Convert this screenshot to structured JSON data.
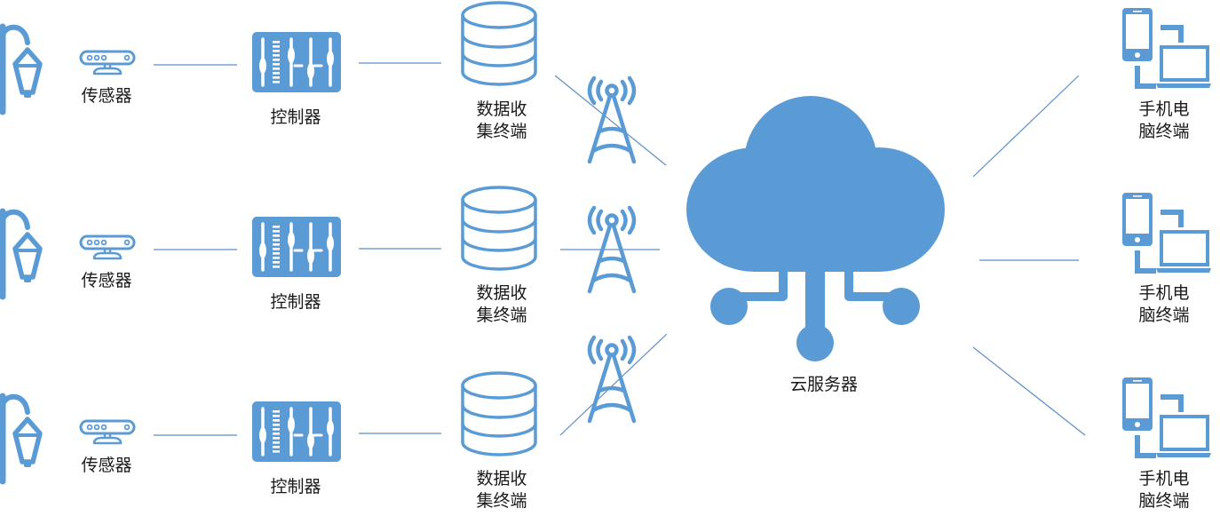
{
  "colors": {
    "icon": "#5b9bd5",
    "line": "#5b8fc9",
    "text": "#1a1a1a",
    "background": "#ffffff"
  },
  "rows": [
    {
      "lamp_icon": "street-lamp-icon",
      "sensor": {
        "icon": "sensor-icon",
        "label": "传感器"
      },
      "controller": {
        "icon": "controller-sliders-icon",
        "label": "控制器"
      },
      "collector": {
        "icon": "database-icon",
        "label_line1": "数据收",
        "label_line2": "集终端"
      },
      "tower": {
        "icon": "signal-tower-icon"
      }
    },
    {
      "lamp_icon": "street-lamp-icon",
      "sensor": {
        "icon": "sensor-icon",
        "label": "传感器"
      },
      "controller": {
        "icon": "controller-sliders-icon",
        "label": "控制器"
      },
      "collector": {
        "icon": "database-icon",
        "label_line1": "数据收",
        "label_line2": "集终端"
      },
      "tower": {
        "icon": "signal-tower-icon"
      }
    },
    {
      "lamp_icon": "street-lamp-icon",
      "sensor": {
        "icon": "sensor-icon",
        "label": "传感器"
      },
      "controller": {
        "icon": "controller-sliders-icon",
        "label": "控制器"
      },
      "collector": {
        "icon": "database-icon",
        "label_line1": "数据收",
        "label_line2": "集终端"
      },
      "tower": {
        "icon": "signal-tower-icon"
      }
    }
  ],
  "cloud": {
    "icon": "cloud-server-icon",
    "label": "云服务器"
  },
  "terminals": [
    {
      "icon": "phone-laptop-icon",
      "label_line1": "手机电",
      "label_line2": "脑终端"
    },
    {
      "icon": "phone-laptop-icon",
      "label_line1": "手机电",
      "label_line2": "脑终端"
    },
    {
      "icon": "phone-laptop-icon",
      "label_line1": "手机电",
      "label_line2": "脑终端"
    }
  ]
}
